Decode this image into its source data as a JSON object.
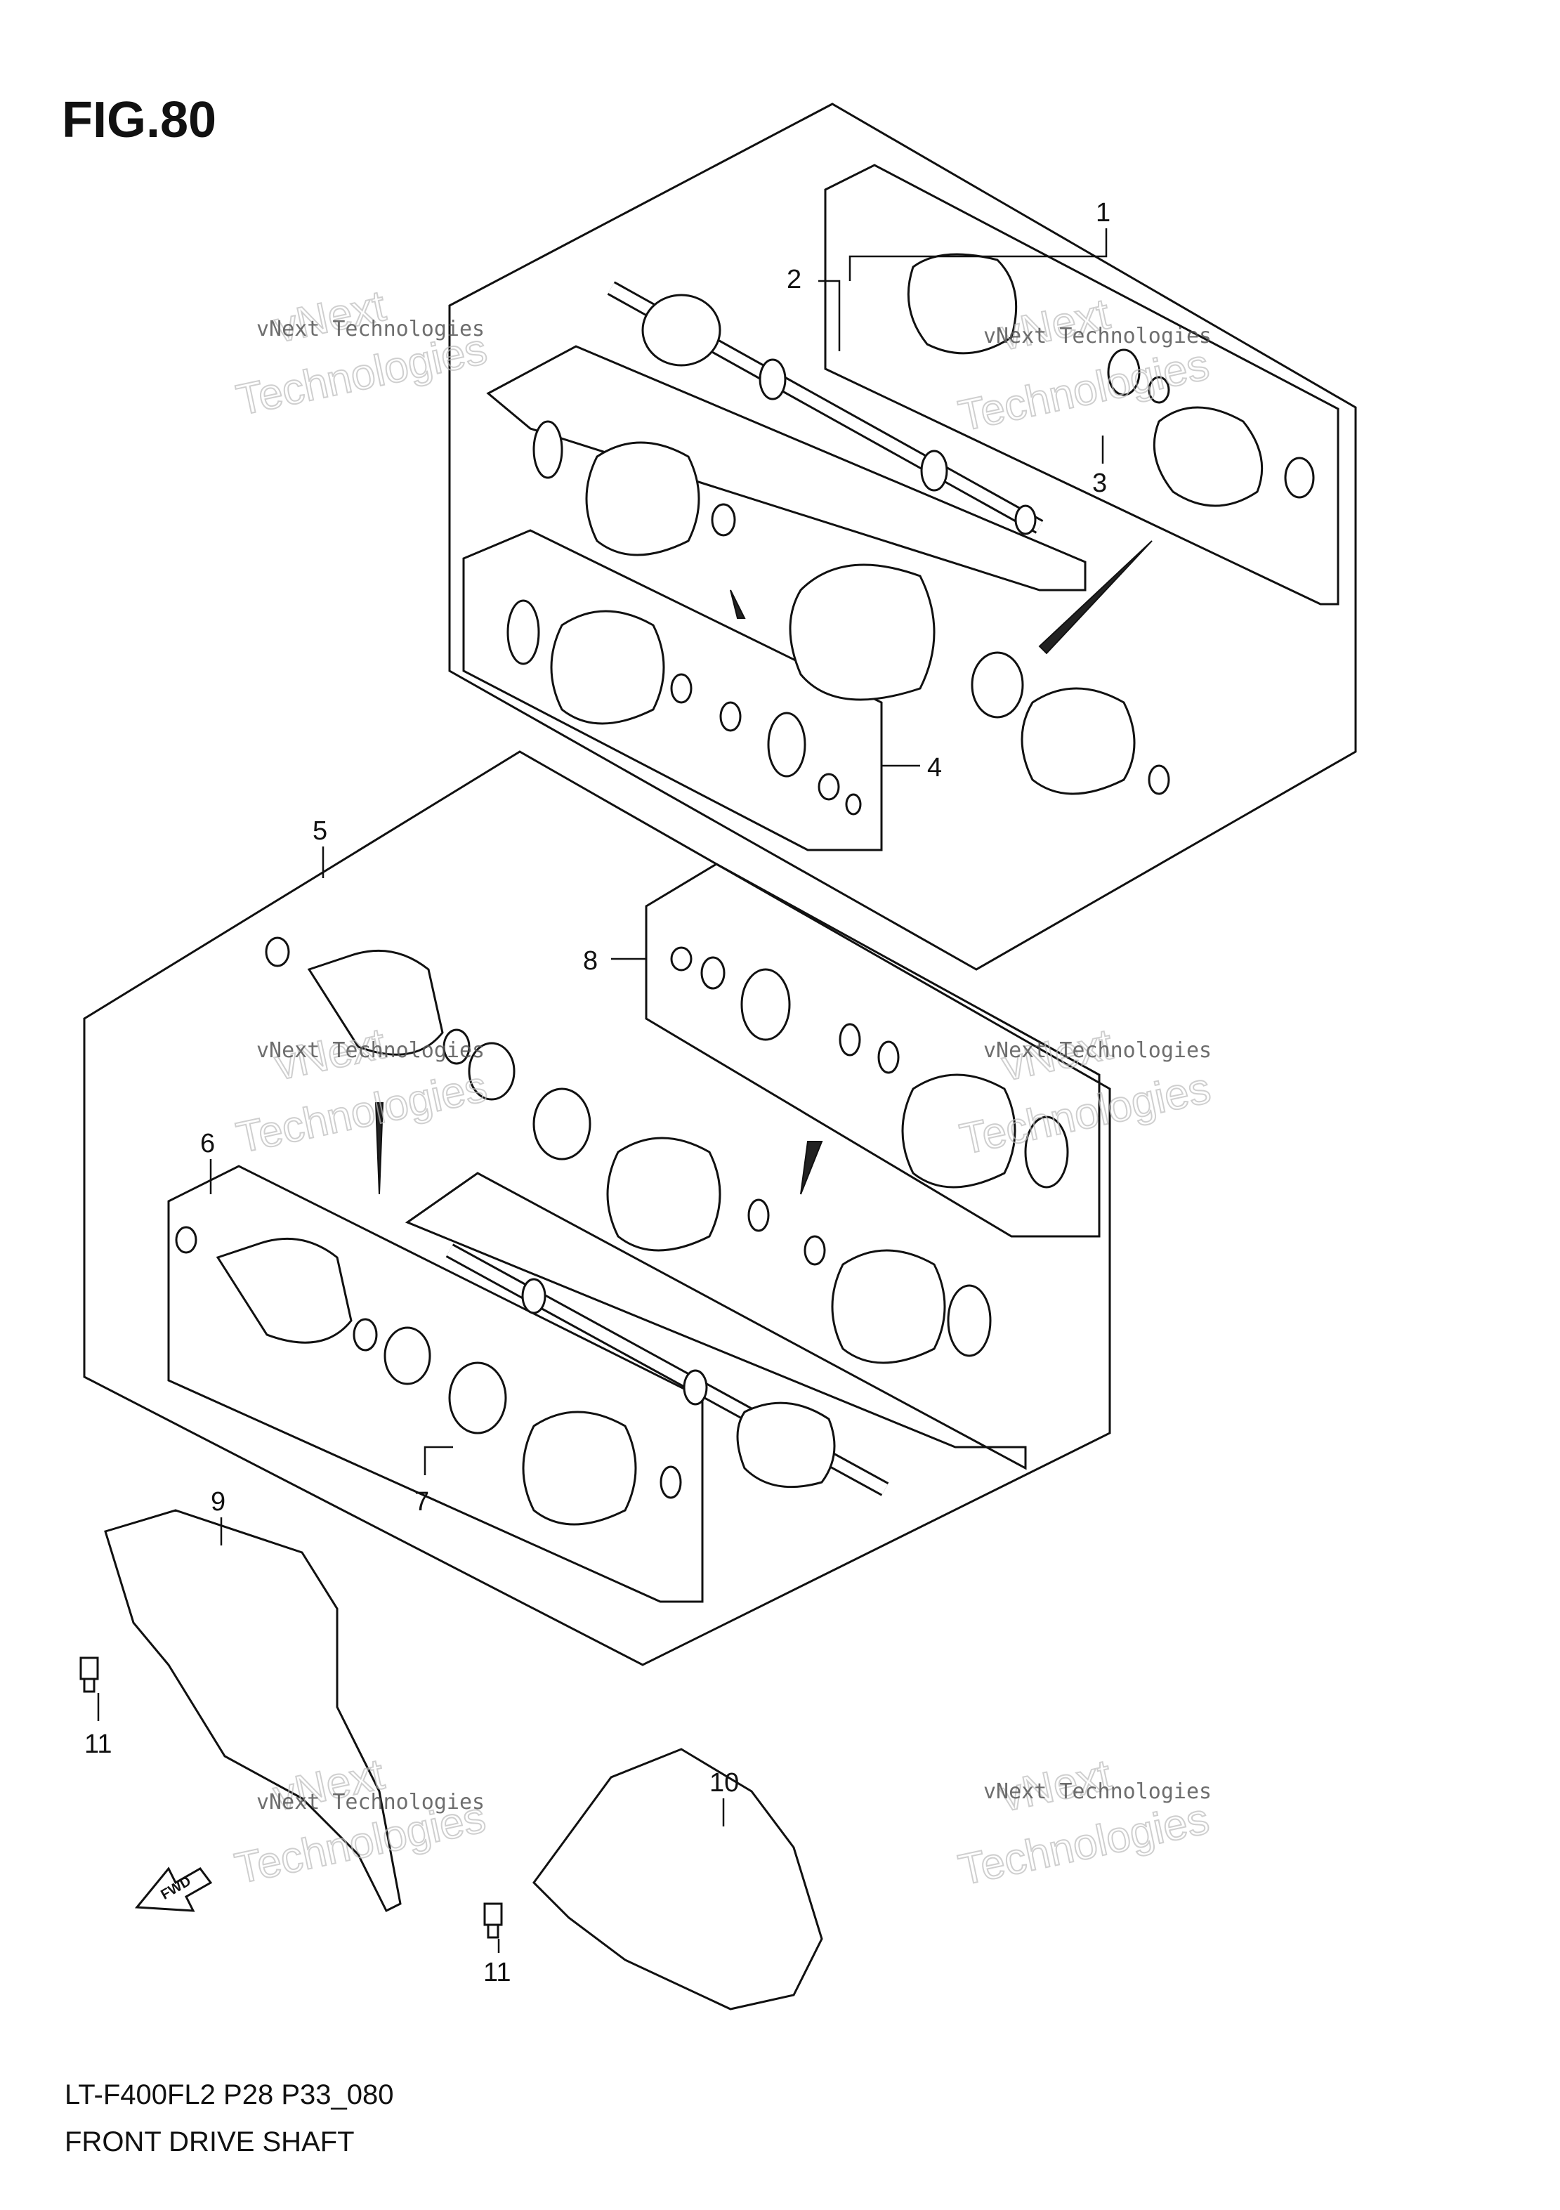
{
  "figure": {
    "title": "FIG.80",
    "model_code": "LT-F400FL2 P28 P33_080",
    "caption": "FRONT DRIVE SHAFT",
    "direction_label": "FWD"
  },
  "callouts": [
    {
      "id": "c1",
      "label": "1"
    },
    {
      "id": "c2",
      "label": "2"
    },
    {
      "id": "c3",
      "label": "3"
    },
    {
      "id": "c4",
      "label": "4"
    },
    {
      "id": "c5",
      "label": "5"
    },
    {
      "id": "c6",
      "label": "6"
    },
    {
      "id": "c7",
      "label": "7"
    },
    {
      "id": "c8",
      "label": "8"
    },
    {
      "id": "c9",
      "label": "9"
    },
    {
      "id": "c10",
      "label": "10"
    },
    {
      "id": "c11a",
      "label": "11"
    },
    {
      "id": "c11b",
      "label": "11"
    }
  ],
  "watermark": {
    "line1": "vNext Technologies",
    "line2": "vNext",
    "line3": "Technologies"
  },
  "colors": {
    "ink": "#111111",
    "background": "#ffffff",
    "watermark": "#bbbbbb"
  }
}
